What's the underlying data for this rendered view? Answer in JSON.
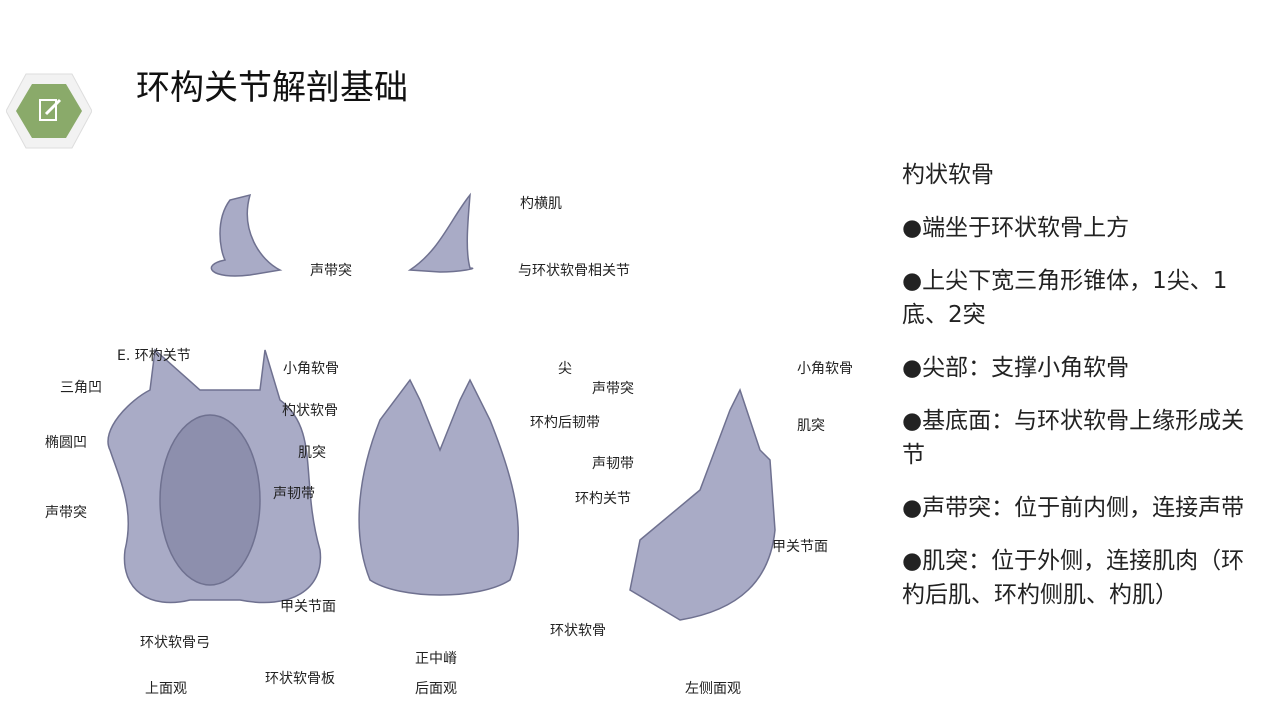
{
  "title": "环构关节解剖基础",
  "logo_icon": "edit-note-icon",
  "figure": {
    "top_labels": {
      "vocal_process": "声带突",
      "arytenoid_transverse": "杓横肌",
      "art": "与环状软骨相关节"
    },
    "section": "E. 环杓关节",
    "labels": [
      "三角凹",
      "椭圆凹",
      "声带突",
      "小角软骨",
      "杓状软骨",
      "肌突",
      "声韧带",
      "尖",
      "环杓后韧带",
      "甲关节面",
      "环状软骨弓",
      "环状软骨板",
      "正中嵴",
      "环状软骨"
    ],
    "views": {
      "top": "上面观",
      "back": "后面观",
      "left": "左侧面观"
    },
    "left_labels": [
      "小角软骨",
      "声带突",
      "肌突",
      "声韧带",
      "环杓关节",
      "甲关节面"
    ]
  },
  "side": {
    "heading": "杓状软骨",
    "items": [
      "●端坐于环状软骨上方",
      "●上尖下宽三角形锥体，1尖、1底、2突",
      "●尖部：支撑小角软骨",
      "●基底面：与环状软骨上缘形成关节",
      "●声带突：位于前内侧，连接声带",
      "●肌突：位于外侧，连接肌肉（环杓后肌、环杓侧肌、杓肌）"
    ]
  }
}
